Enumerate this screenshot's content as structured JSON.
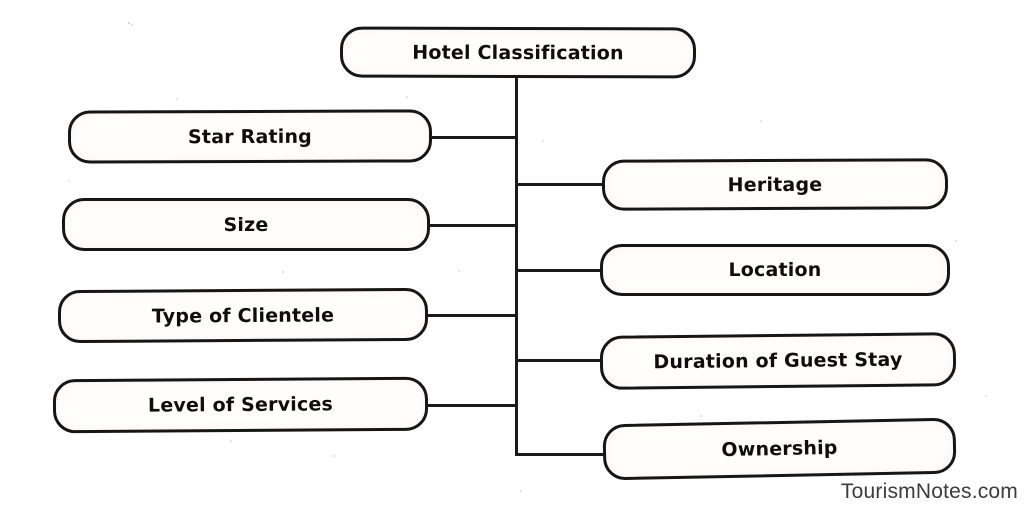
{
  "diagram": {
    "title": "Hotel Classification",
    "left_branches": [
      {
        "label": "Star Rating"
      },
      {
        "label": "Size"
      },
      {
        "label": "Type of Clientele"
      },
      {
        "label": "Level of Services"
      }
    ],
    "right_branches": [
      {
        "label": "Heritage"
      },
      {
        "label": "Location"
      },
      {
        "label": "Duration of Guest Stay"
      },
      {
        "label": "Ownership"
      }
    ],
    "watermark": "TourismNotes.com",
    "colors": {
      "background": "#ffffff",
      "box_border": "#161616",
      "connector_line": "#1a1a1a",
      "text": "#0e0e0e",
      "watermark_text": "#3c3c3c"
    }
  }
}
